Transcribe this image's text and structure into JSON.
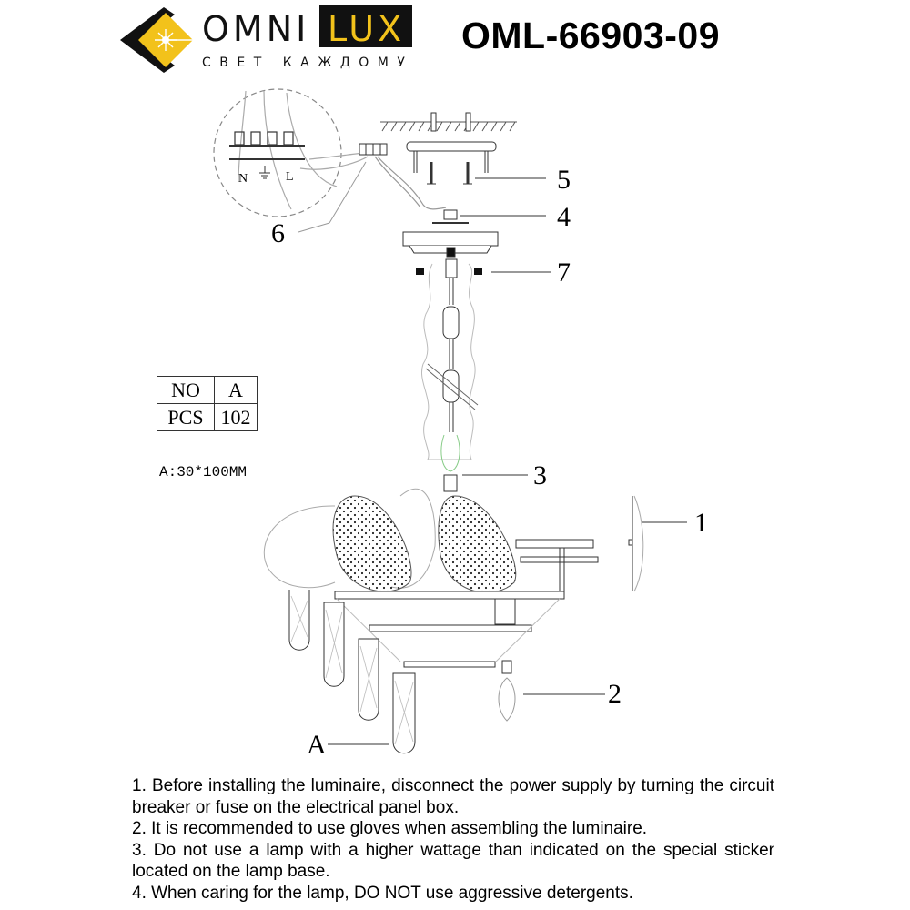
{
  "header": {
    "brand": {
      "word1": "OMNI",
      "word2": "LUX",
      "tagline": "СВЕТ КАЖДОМУ",
      "colors": {
        "accent": "#f2c21b",
        "dark": "#111111"
      }
    },
    "model_number": "OML-66903-09"
  },
  "diagram": {
    "callouts": [
      {
        "id": "1",
        "label": "1"
      },
      {
        "id": "2",
        "label": "2"
      },
      {
        "id": "3",
        "label": "3"
      },
      {
        "id": "4",
        "label": "4"
      },
      {
        "id": "5",
        "label": "5"
      },
      {
        "id": "6",
        "label": "6"
      },
      {
        "id": "7",
        "label": "7"
      },
      {
        "id": "A",
        "label": "A"
      }
    ],
    "wiring_labels": {
      "neutral": "N",
      "live": "L"
    }
  },
  "spec_table": {
    "rows": [
      [
        "NO",
        "A"
      ],
      [
        "PCS",
        "102"
      ]
    ],
    "note": "A:30*100MM"
  },
  "instructions": [
    "1. Before installing the luminaire, disconnect the power supply by turning the circuit breaker or fuse on the electrical panel box.",
    "2. It is recommended to use gloves when assembling the luminaire.",
    "3. Do not use a lamp with a higher wattage than indicated on the special sticker located on the lamp base.",
    "4. When caring for the lamp, DO NOT use aggressive detergents."
  ]
}
